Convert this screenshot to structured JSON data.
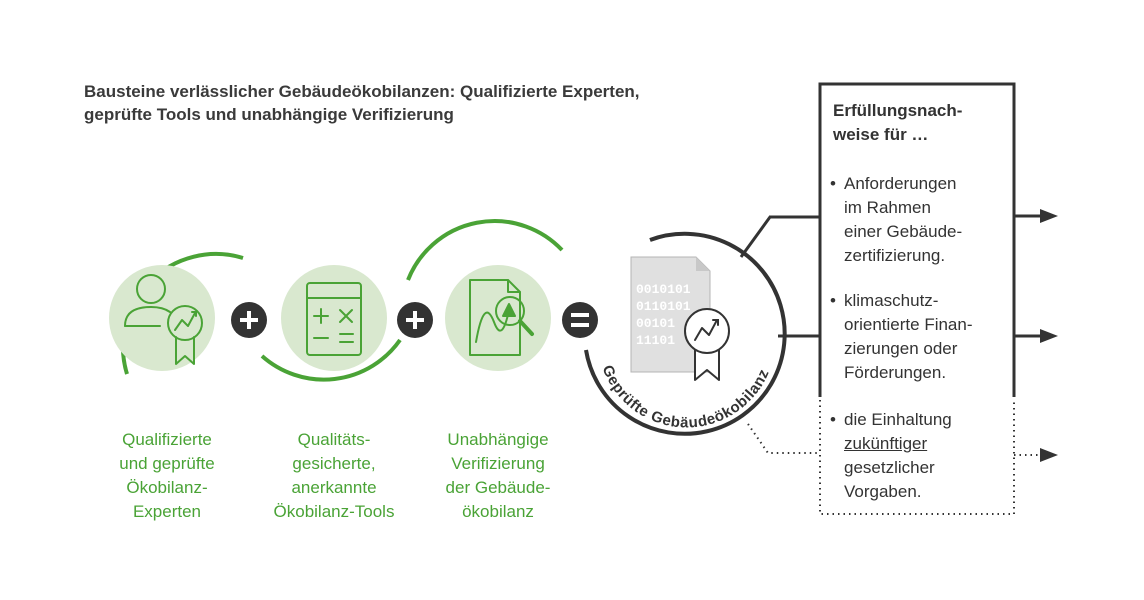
{
  "title": {
    "line1": "Bausteine verlässlicher Gebäudeökobilanzen: Qualifizierte Experten,",
    "line2": "geprüfte Tools und unabhängige Verifizierung"
  },
  "building_blocks": [
    {
      "icon": "expert-certificate-icon",
      "lines": [
        "Qualifizierte",
        "und geprüfte",
        "Ökobilanz-",
        "Experten"
      ]
    },
    {
      "icon": "calculator-icon",
      "lines": [
        "Qualitäts-",
        "gesicherte,",
        "anerkannte",
        "Ökobilanz-Tools"
      ]
    },
    {
      "icon": "document-magnifier-icon",
      "lines": [
        "Unabhängige",
        "Verifizierung",
        "der Gebäude-",
        "ökobilanz"
      ]
    }
  ],
  "operators": {
    "plus": "+",
    "equals": "="
  },
  "result": {
    "label": "Geprüfte Gebäudeökobilanz",
    "binary_lines": [
      "0010101",
      "0110101",
      "00101",
      "11101"
    ]
  },
  "box": {
    "heading": [
      "Erfüllungsnach-",
      "weise für …"
    ],
    "items": [
      {
        "lines": [
          "Anforderungen",
          "im Rahmen",
          "einer Gebäude-",
          "zertifizierung."
        ],
        "line_style": "solid"
      },
      {
        "lines": [
          "klimaschutz-",
          "orientierte Finan-",
          "zierungen oder",
          "Förderungen."
        ],
        "line_style": "solid"
      },
      {
        "lines_before": [
          "die Einhaltung"
        ],
        "underlined": "zukünftiger",
        "lines_after": [
          "gesetzlicher",
          "Vorgaben."
        ],
        "line_style": "dotted"
      }
    ]
  },
  "colors": {
    "green": "#4aa336",
    "light_green": "#d9e8cf",
    "dark": "#333333",
    "gray": "#e0e0e0"
  }
}
